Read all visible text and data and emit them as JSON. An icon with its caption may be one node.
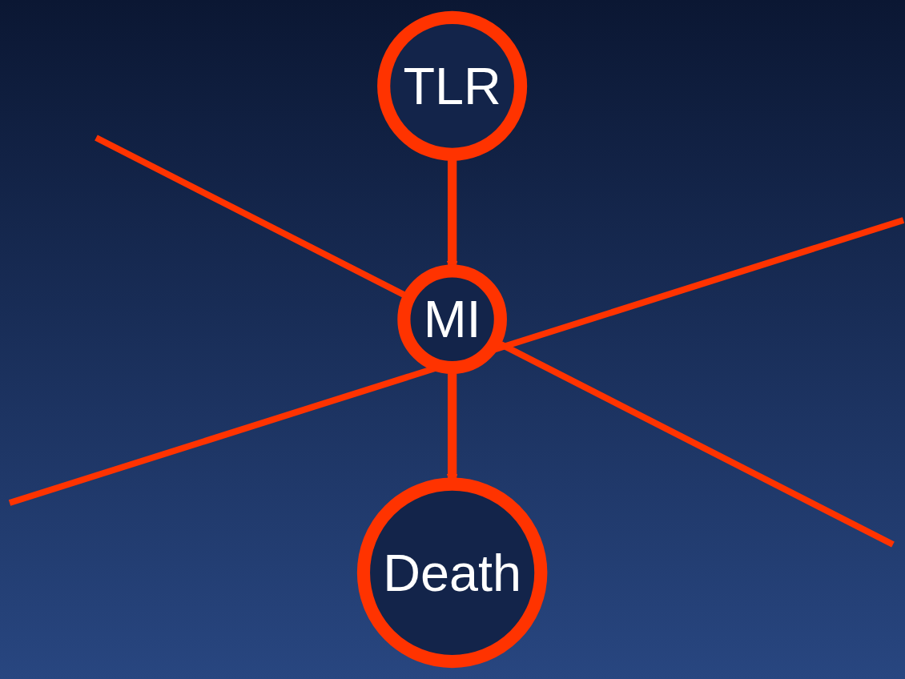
{
  "diagram": {
    "nodes": [
      {
        "text": [
          "TLR"
        ]
      },
      {
        "text": [
          "MI"
        ]
      },
      {
        "text": [
          "Death"
        ]
      }
    ],
    "edges": [
      {
        "from": 0,
        "to": 1,
        "arrow": "to"
      },
      {
        "from": 1,
        "to": 2,
        "arrow": "to"
      }
    ]
  }
}
